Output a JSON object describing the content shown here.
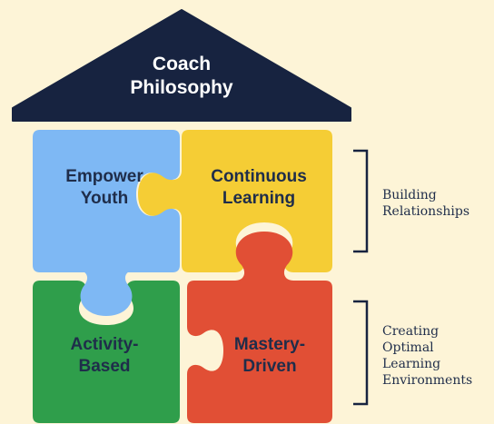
{
  "roof": {
    "line1": "Coach",
    "line2": "Philosophy"
  },
  "pieces": {
    "top_left": {
      "line1": "Empower",
      "line2": "Youth"
    },
    "top_right": {
      "line1": "Continuous",
      "line2": "Learning"
    },
    "bottom_left": {
      "line1": "Activity-",
      "line2": "Based"
    },
    "bottom_right": {
      "line1": "Mastery-",
      "line2": "Driven"
    }
  },
  "side_labels": {
    "top": {
      "line1": "Building",
      "line2": "Relationships"
    },
    "bottom": {
      "line1": "Creating",
      "line2": "Optimal",
      "line3": "Learning",
      "line4": "Environments"
    }
  },
  "colors": {
    "background": "#fdf4d7",
    "roof": "#172340",
    "piece_blue": "#7eb8f4",
    "piece_yellow": "#f5cd35",
    "piece_green": "#2f9e4b",
    "piece_red": "#e14f35",
    "text_dark": "#1f2d4a"
  }
}
